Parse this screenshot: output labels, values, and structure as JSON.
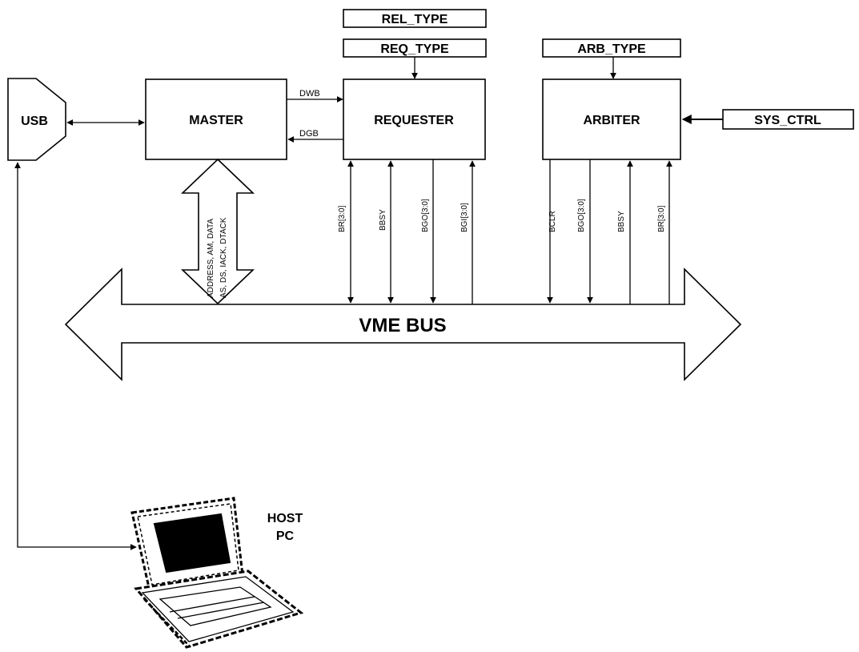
{
  "blocks": {
    "usb": "USB",
    "master": "MASTER",
    "requester": "REQUESTER",
    "arbiter": "ARBITER",
    "rel_type": "REL_TYPE",
    "req_type": "REQ_TYPE",
    "arb_type": "ARB_TYPE",
    "sys_ctrl": "SYS_CTRL",
    "vme_bus": "VME BUS",
    "host_pc_line1": "HOST",
    "host_pc_line2": "PC"
  },
  "signals": {
    "dwb": "DWB",
    "dgb": "DGB",
    "master_bus_line1": "ADDRESS,  AM,  DATA",
    "master_bus_line2": "AS,  DS,  IACK,  DTACK",
    "requester": [
      "BR[3:0]",
      "BBSY",
      "BGO[3:0]",
      "BGI[3:0]"
    ],
    "arbiter": [
      "BCLR",
      "BGO[3:0]",
      "BBSY",
      "BR[3:0]"
    ]
  }
}
